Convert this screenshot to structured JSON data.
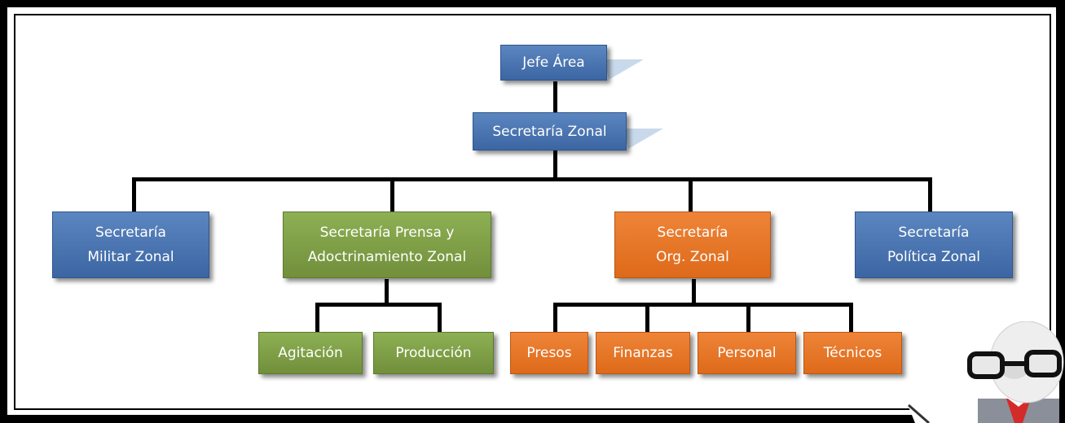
{
  "org_chart": {
    "root": {
      "label": "Jefe  Área"
    },
    "level1": {
      "label": "Secretaría Zonal"
    },
    "branches": [
      {
        "label": "Secretaría\nMilitar Zonal",
        "color": "#4a74b0"
      },
      {
        "label": "Secretaría Prensa y\nAdoctrinamiento Zonal",
        "color": "#7e9e48",
        "children": [
          "Agitación",
          "Producción"
        ]
      },
      {
        "label": "Secretaría\nOrg. Zonal",
        "color": "#e67528",
        "children": [
          "Presos",
          "Finanzas",
          "Personal",
          "Técnicos"
        ]
      },
      {
        "label": "Secretaría\nPolítica Zonal",
        "color": "#4a74b0"
      }
    ]
  },
  "colors": {
    "blue": "#4a74b0",
    "green": "#7e9e48",
    "orange": "#e67528",
    "connector": "#000000"
  },
  "decoration": {
    "mascot": "glasses-mascot-illustration"
  }
}
